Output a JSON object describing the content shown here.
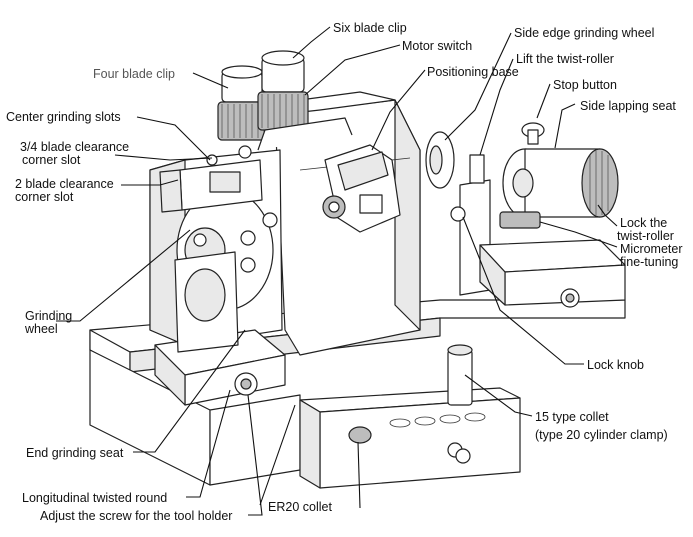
{
  "labels": {
    "six_blade_clip": "Six blade clip",
    "motor_switch": "Motor switch",
    "four_blade_clip": "Four blade clip",
    "positioning_base": "Positioning base",
    "side_edge_grinding_wheel": "Side edge grinding wheel",
    "lift_twist_roller": "Lift the twist-roller",
    "stop_button": "Stop button",
    "side_lapping_seat": "Side lapping seat",
    "center_grinding_slots": "Center grinding slots",
    "three_quarter_blade_line1": "3/4 blade clearance",
    "three_quarter_blade_line2": "corner slot",
    "two_blade_line1": "2 blade clearance",
    "two_blade_line2": "corner slot",
    "lock_twist_roller_line1": "Lock the",
    "lock_twist_roller_line2": "twist-roller",
    "micrometer_line1": "Micrometer",
    "micrometer_line2": "fine-tuning",
    "grinding_wheel_line1": "Grinding",
    "grinding_wheel_line2": "wheel",
    "lock_knob": "Lock knob",
    "collet_15_line1": "15 type collet",
    "collet_15_line2": "(type 20 cylinder clamp)",
    "end_grinding_seat": "End grinding seat",
    "longitudinal_twisted_round": "Longitudinal twisted round",
    "adjust_screw": "Adjust the screw for the tool holder",
    "er20_collet": "ER20 collet"
  },
  "colors": {
    "line": "#111111",
    "body_fill": "#ffffff",
    "shade": "#e9e9e9",
    "dark": "#bdbdbd",
    "grey_label": "#555555"
  }
}
